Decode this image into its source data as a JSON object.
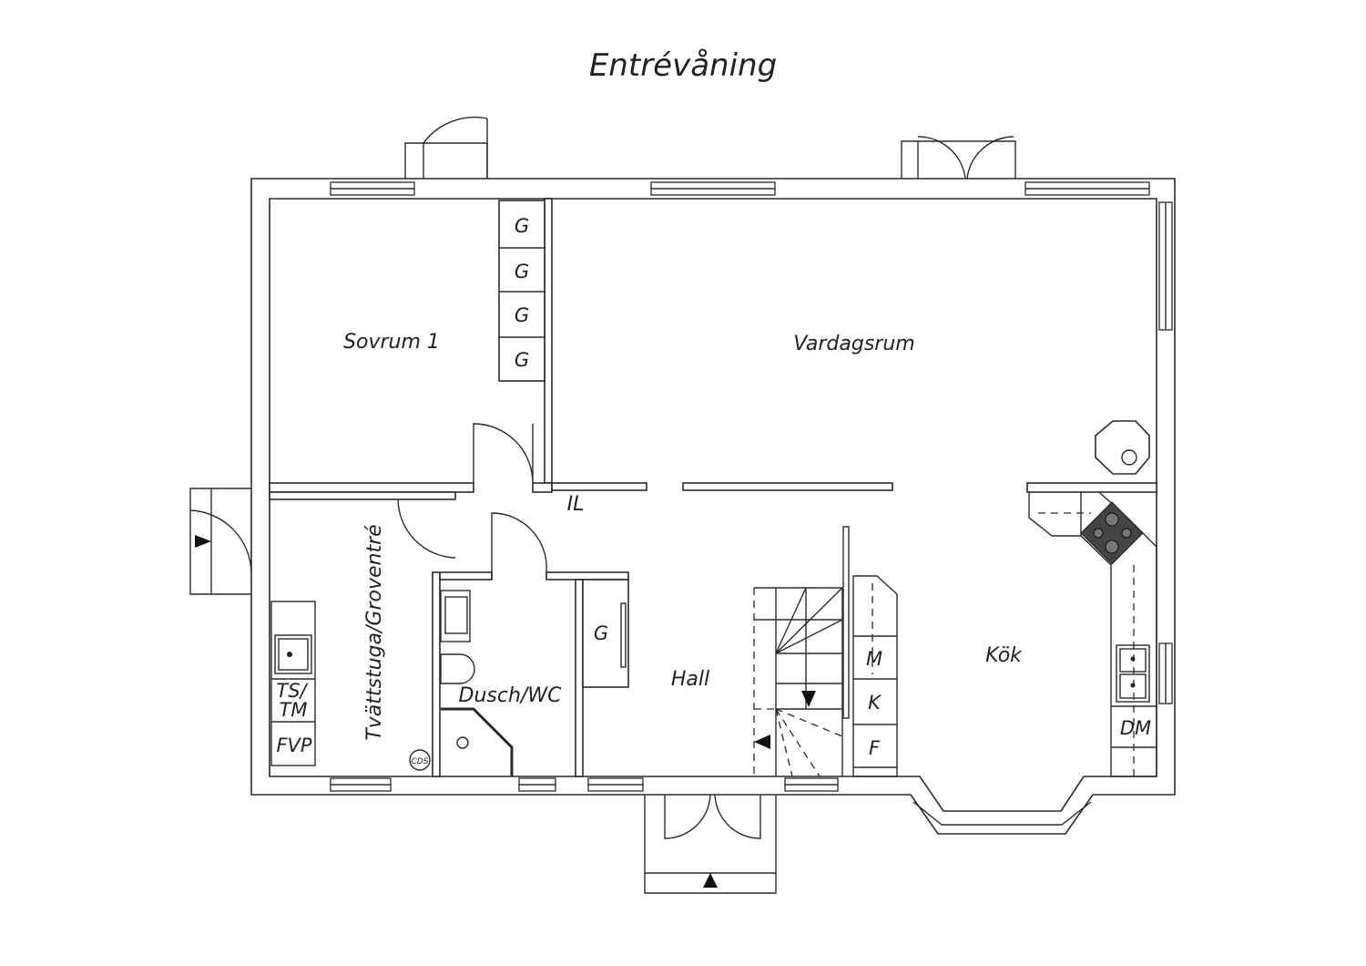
{
  "title": "Entrévåning",
  "rooms": {
    "sovrum": "Sovrum 1",
    "vardagsrum": "Vardagsrum",
    "tvattstuga": "Tvättstuga/Groventré",
    "dusch": "Dusch/WC",
    "hall": "Hall",
    "kok": "Kök",
    "il": "IL"
  },
  "fixtures": {
    "closets_sovrum": [
      "G",
      "G",
      "G",
      "G"
    ],
    "closet_hall": "G",
    "kitchen_tall": [
      "M",
      "K",
      "F"
    ],
    "dishwasher": "DM",
    "laundry_ts": "TS/",
    "laundry_tm": "TM",
    "fvp": "FVP",
    "cds": "CDS"
  }
}
